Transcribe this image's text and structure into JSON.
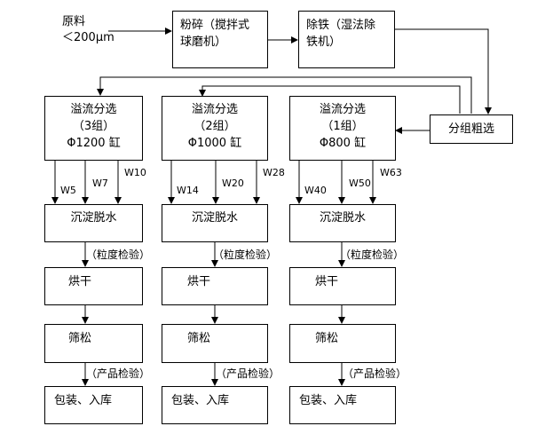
{
  "input": {
    "line1": "原料",
    "line2": "＜200μm"
  },
  "process": {
    "grind": {
      "line1": "粉碎（搅拌式",
      "line2": "球磨机）"
    },
    "iron": {
      "line1": "除铁（湿法除",
      "line2": "铁机）"
    },
    "rough": "分组粗选"
  },
  "columns": [
    {
      "overflow": {
        "line1": "溢流分选",
        "line2": "（3组）",
        "line3": "Φ1200 缸"
      },
      "outlets": [
        "W5",
        "W7",
        "W10"
      ],
      "settle": "沉淀脱水",
      "check1": "（粒度检验）",
      "dry": "烘干",
      "sieve": "筛松",
      "check2": "（产品检验）",
      "pack": "包装、入库"
    },
    {
      "overflow": {
        "line1": "溢流分选",
        "line2": "（2组）",
        "line3": "Φ1000 缸"
      },
      "outlets": [
        "W14",
        "W20",
        "W28"
      ],
      "settle": "沉淀脱水",
      "check1": "（粒度检验）",
      "dry": "烘干",
      "sieve": "筛松",
      "check2": "（产品检验）",
      "pack": "包装、入库"
    },
    {
      "overflow": {
        "line1": "溢流分选",
        "line2": "（1组）",
        "line3": "Φ800 缸"
      },
      "outlets": [
        "W40",
        "W50",
        "W63"
      ],
      "settle": "沉淀脱水",
      "check1": "（粒度检验）",
      "dry": "烘干",
      "sieve": "筛松",
      "check2": "（产品检验）",
      "pack": "包装、入库"
    }
  ]
}
